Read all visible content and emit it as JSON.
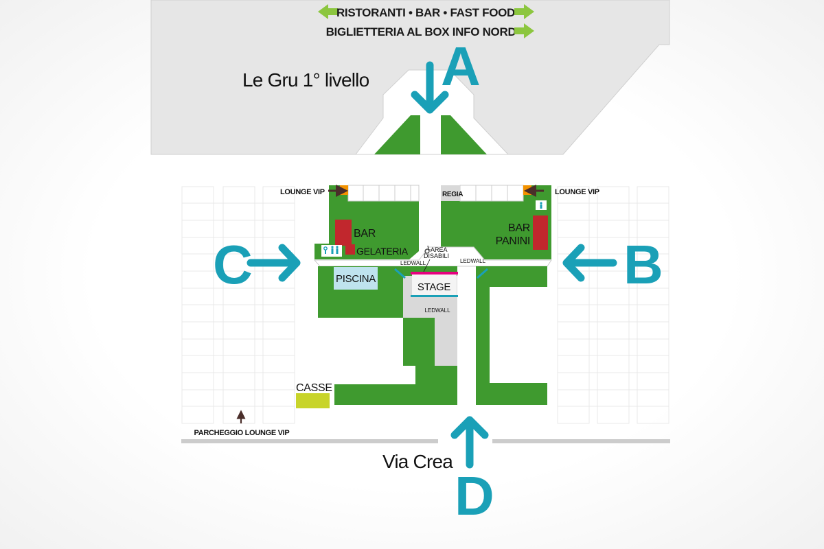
{
  "header": {
    "line1": "RISTORANTI • BAR • FAST FOOD",
    "line2": "BIGLIETTERIA AL BOX INFO NORD",
    "building": "Le Gru 1° livello"
  },
  "entrances": {
    "a": "A",
    "b": "B",
    "c": "C",
    "d": "D"
  },
  "areas": {
    "lounge_vip_left": "LOUNGE VIP",
    "lounge_vip_right": "LOUNGE VIP",
    "regia": "REGIA",
    "bar": "BAR",
    "gelateria": "GELATERIA",
    "bar_panini_1": "BAR",
    "bar_panini_2": "PANINI",
    "piscina": "PISCINA",
    "stage": "STAGE",
    "area_disabili_1": "AREA",
    "area_disabili_2": "DISABILI",
    "ledwall_1": "LEDWALL",
    "ledwall_2": "LEDWALL",
    "ledwall_3": "LEDWALL",
    "casse": "CASSE",
    "parcheggio": "PARCHEGGIO LOUNGE VIP",
    "street": "Via Crea"
  },
  "colors": {
    "green": "#3f9a2f",
    "arrow_green": "#8cc63f",
    "cyan": "#1aa0b7",
    "bar_red": "#c1272d",
    "piscina": "#bfe3ee",
    "casse": "#c8d42a",
    "stage_magenta": "#e6007e",
    "lounge_orange": "#f39200",
    "building_gray": "#e6e6e6"
  }
}
